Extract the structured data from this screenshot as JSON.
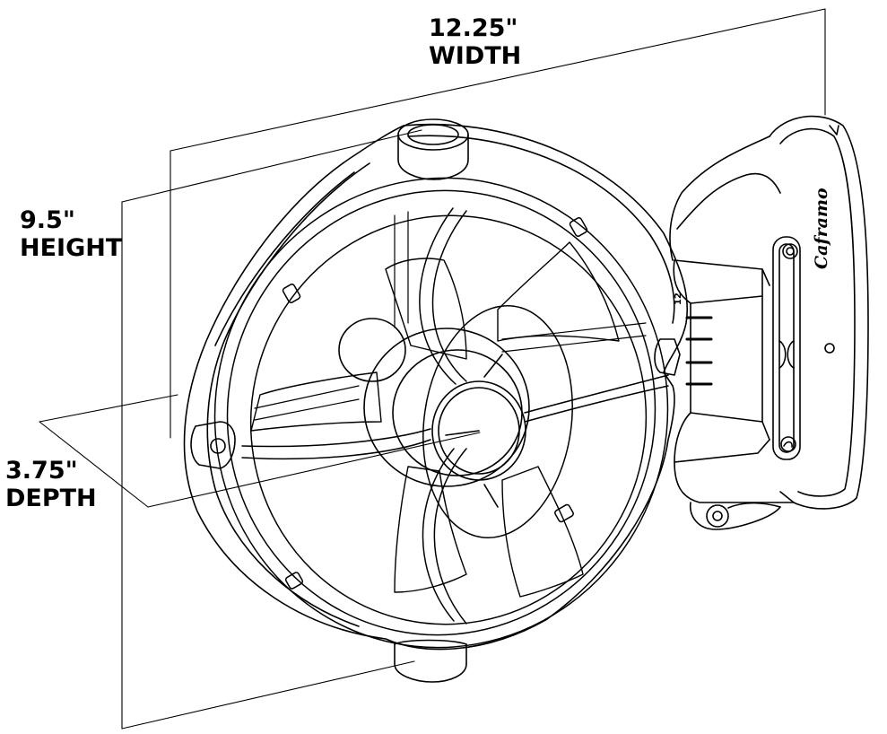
{
  "dimensions": {
    "width": {
      "value": "12.25\"",
      "name": "WIDTH"
    },
    "height": {
      "value": "9.5\"",
      "name": "HEIGHT"
    },
    "depth": {
      "value": "3.75\"",
      "name": "DEPTH"
    }
  },
  "brand": {
    "logo_text": "Caframo"
  },
  "control_labels": {
    "speed_mark": "12"
  },
  "colors": {
    "line": "#000000",
    "background": "#ffffff"
  }
}
